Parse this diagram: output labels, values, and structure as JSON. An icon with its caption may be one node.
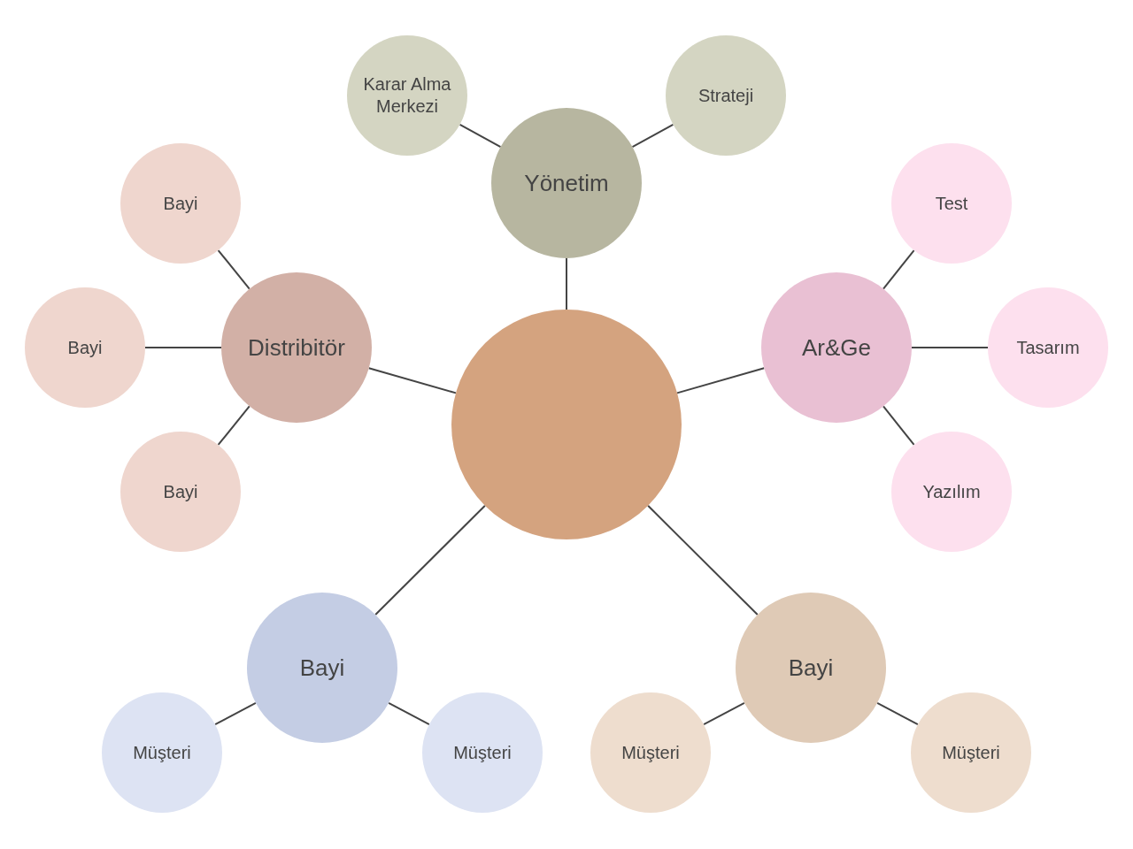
{
  "diagram": {
    "nodes": [
      {
        "text": [],
        "shape": "circle"
      },
      {
        "text": [
          "Yönetim"
        ]
      },
      {
        "text": [
          "Karar Alma Merkezi"
        ]
      },
      {
        "text": [
          "Strateji"
        ]
      },
      {
        "text": [
          "Distribitör"
        ]
      },
      {
        "text": [
          "Bayi"
        ]
      },
      {
        "text": [
          "Bayi"
        ]
      },
      {
        "text": [
          "Bayi"
        ]
      },
      {
        "text": [
          "Ar&Ge"
        ]
      },
      {
        "text": [
          "Test"
        ]
      },
      {
        "text": [
          "Tasarım"
        ]
      },
      {
        "text": [
          "Yazılım"
        ]
      },
      {
        "text": [
          "Bayi"
        ]
      },
      {
        "text": [
          "Müşteri"
        ]
      },
      {
        "text": [
          "Müşteri"
        ]
      },
      {
        "text": [
          "Bayi"
        ]
      },
      {
        "text": [
          "Müşteri"
        ]
      },
      {
        "text": [
          "Müşteri"
        ]
      }
    ],
    "edges": [
      {
        "from": 0,
        "to": 1,
        "arrow": "none"
      },
      {
        "from": 1,
        "to": 2,
        "arrow": "none"
      },
      {
        "from": 1,
        "to": 3,
        "arrow": "none"
      },
      {
        "from": 0,
        "to": 4,
        "arrow": "none"
      },
      {
        "from": 4,
        "to": 5,
        "arrow": "none"
      },
      {
        "from": 4,
        "to": 6,
        "arrow": "none"
      },
      {
        "from": 4,
        "to": 7,
        "arrow": "none"
      },
      {
        "from": 0,
        "to": 8,
        "arrow": "none"
      },
      {
        "from": 8,
        "to": 9,
        "arrow": "none"
      },
      {
        "from": 8,
        "to": 10,
        "arrow": "none"
      },
      {
        "from": 8,
        "to": 11,
        "arrow": "none"
      },
      {
        "from": 0,
        "to": 12,
        "arrow": "none"
      },
      {
        "from": 12,
        "to": 13,
        "arrow": "none"
      },
      {
        "from": 12,
        "to": 14,
        "arrow": "none"
      },
      {
        "from": 0,
        "to": 15,
        "arrow": "none"
      },
      {
        "from": 15,
        "to": 16,
        "arrow": "none"
      },
      {
        "from": 15,
        "to": 17,
        "arrow": "none"
      }
    ]
  }
}
